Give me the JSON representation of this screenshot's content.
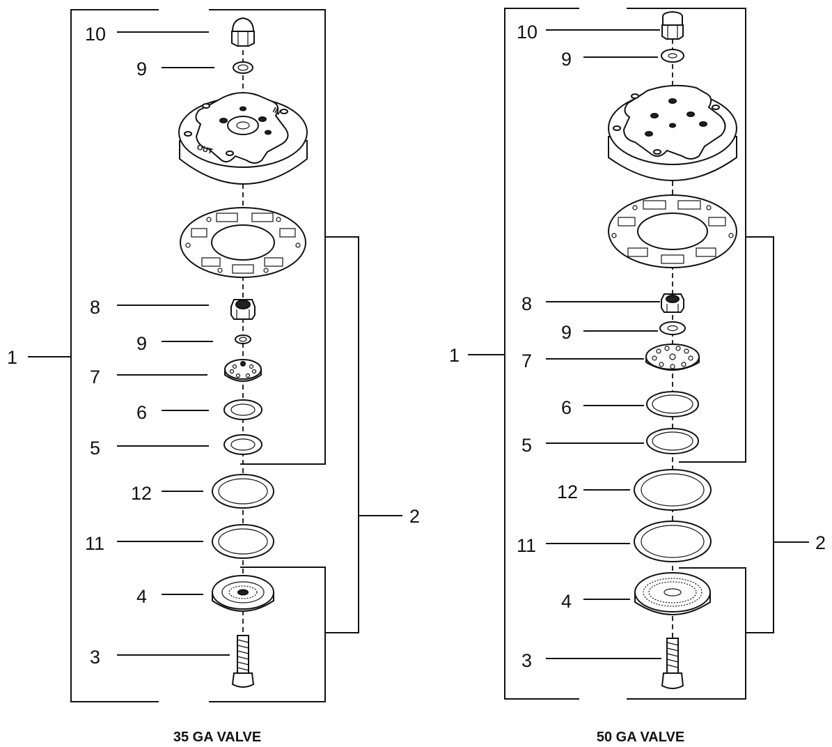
{
  "diagrams": [
    {
      "caption": "35 GA VALVE",
      "assembly_label": "1",
      "subassembly_label": "2",
      "callouts": [
        "10",
        "9",
        "8",
        "9",
        "7",
        "6",
        "5",
        "12",
        "11",
        "4",
        "3"
      ]
    },
    {
      "caption": "50 GA VALVE",
      "assembly_label": "1",
      "subassembly_label": "2",
      "callouts": [
        "10",
        "9",
        "8",
        "9",
        "7",
        "6",
        "5",
        "12",
        "11",
        "4",
        "3"
      ]
    }
  ],
  "housing_markings": {
    "inlet": "IN",
    "outlet": "OUT"
  }
}
